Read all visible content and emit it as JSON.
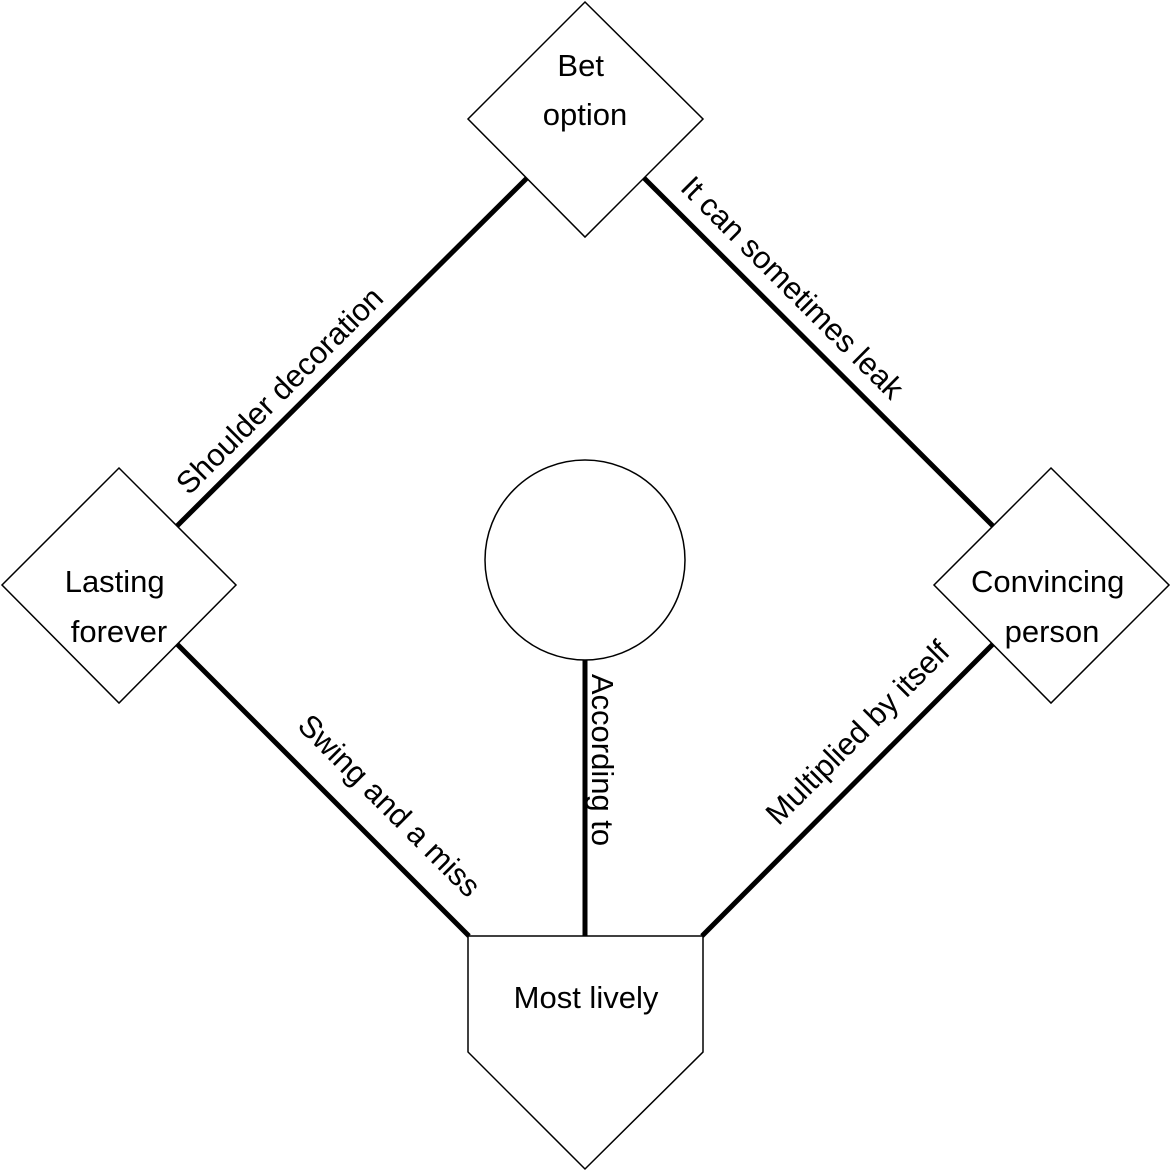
{
  "nodes": {
    "top": {
      "lines": [
        "Bet",
        "option"
      ]
    },
    "left": {
      "lines": [
        "Lasting",
        "forever"
      ]
    },
    "right": {
      "lines": [
        "Convincing",
        "person"
      ]
    },
    "home": {
      "lines": [
        "Most lively"
      ]
    },
    "center": {
      "lines": []
    }
  },
  "edges": {
    "top_left": "Shoulder decoration",
    "top_right": "It can sometimes leak",
    "left_home": "Swing and a miss",
    "right_home": "Multiplied by itself",
    "center_home": "According to"
  }
}
